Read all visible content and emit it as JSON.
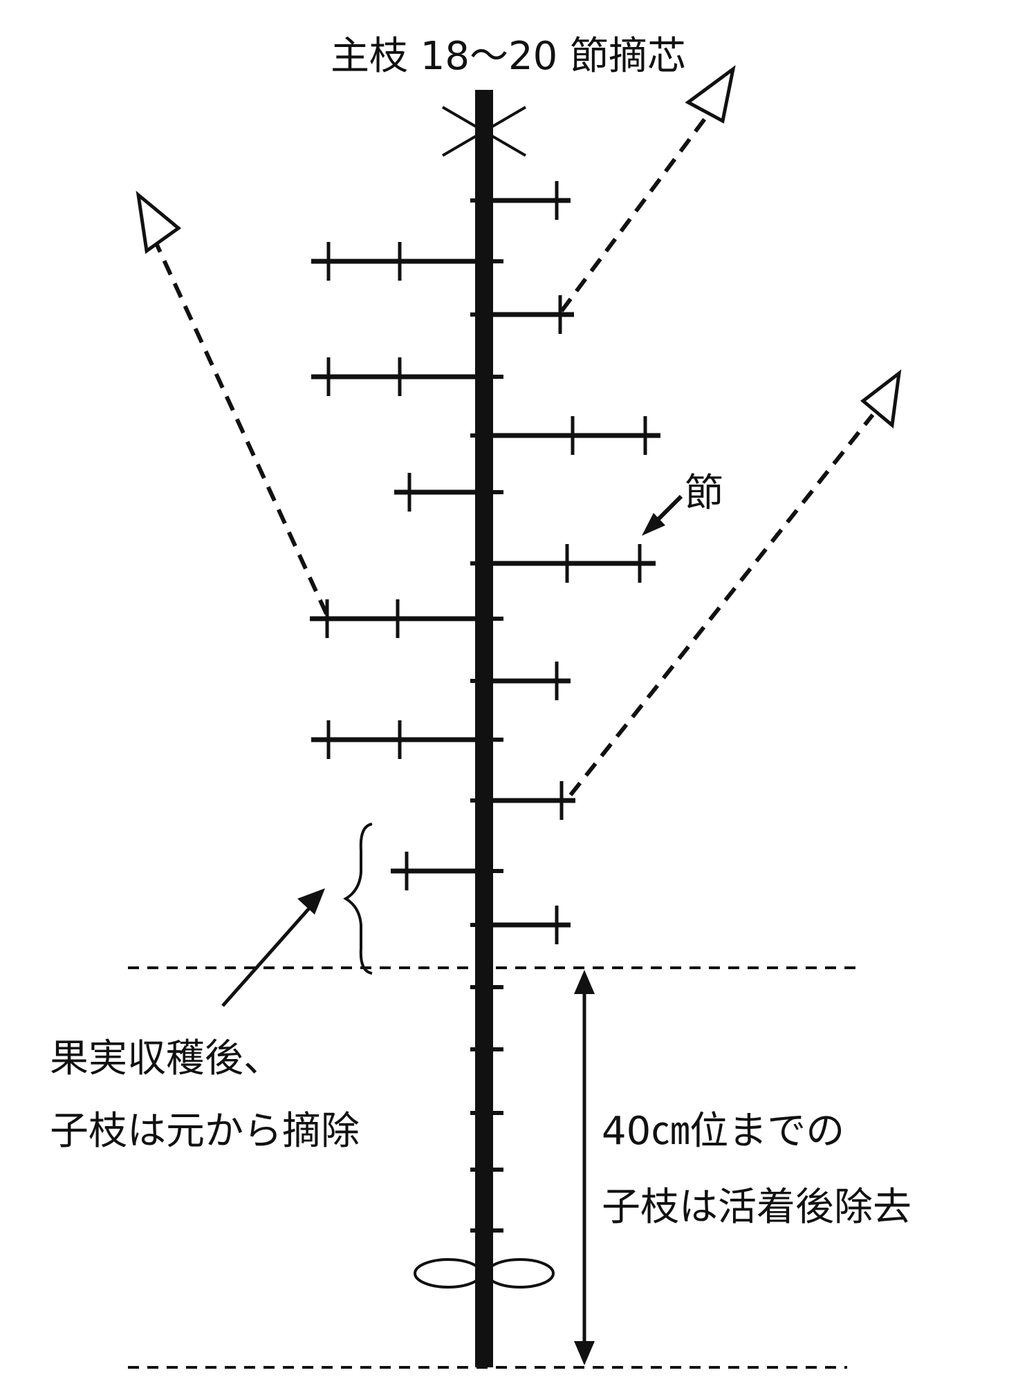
{
  "title": "主枝 18～20 節摘芯",
  "node_label": "節",
  "left_note": [
    "果実収穫後、",
    "子枝は元から摘除"
  ],
  "right_note": [
    "40㎝位までの",
    "子枝は活着後除去"
  ],
  "colors": {
    "ink": "#111111",
    "background": "#ffffff"
  }
}
